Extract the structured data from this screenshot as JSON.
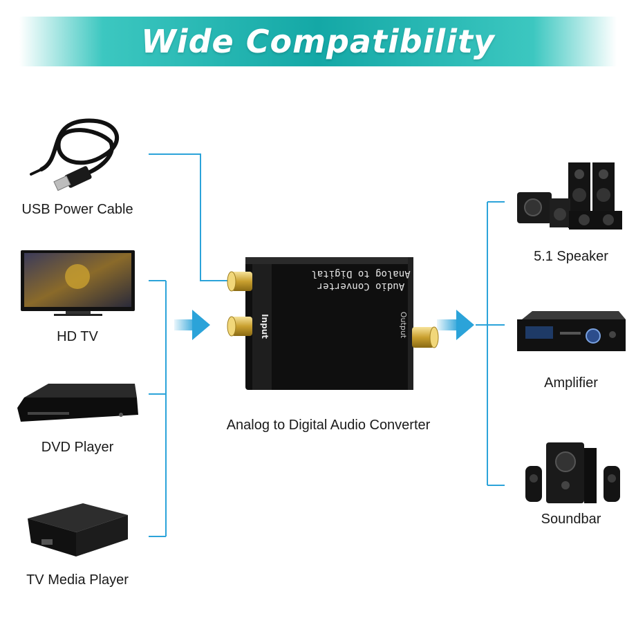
{
  "title": "Wide Compatibility",
  "colors": {
    "banner": "#14a8a6",
    "connector": "#2ba3d9",
    "arrow": "#2ba3d9"
  },
  "inputs": [
    {
      "label": "USB Power Cable",
      "icon": "usb-cable-icon"
    },
    {
      "label": "HD TV",
      "icon": "tv-icon"
    },
    {
      "label": "DVD Player",
      "icon": "dvd-player-icon"
    },
    {
      "label": "TV Media Player",
      "icon": "media-player-icon"
    }
  ],
  "outputs": [
    {
      "label": "5.1 Speaker",
      "icon": "speaker-set-icon"
    },
    {
      "label": "Amplifier",
      "icon": "amplifier-icon"
    },
    {
      "label": "Soundbar",
      "icon": "soundbar-icon"
    }
  ],
  "device": {
    "caption": "Analog to Digital Audio Converter",
    "top_text_line1": "Analog to Digital",
    "top_text_line2": "Audio Converter",
    "input_label": "Input",
    "output_label": "Output"
  }
}
